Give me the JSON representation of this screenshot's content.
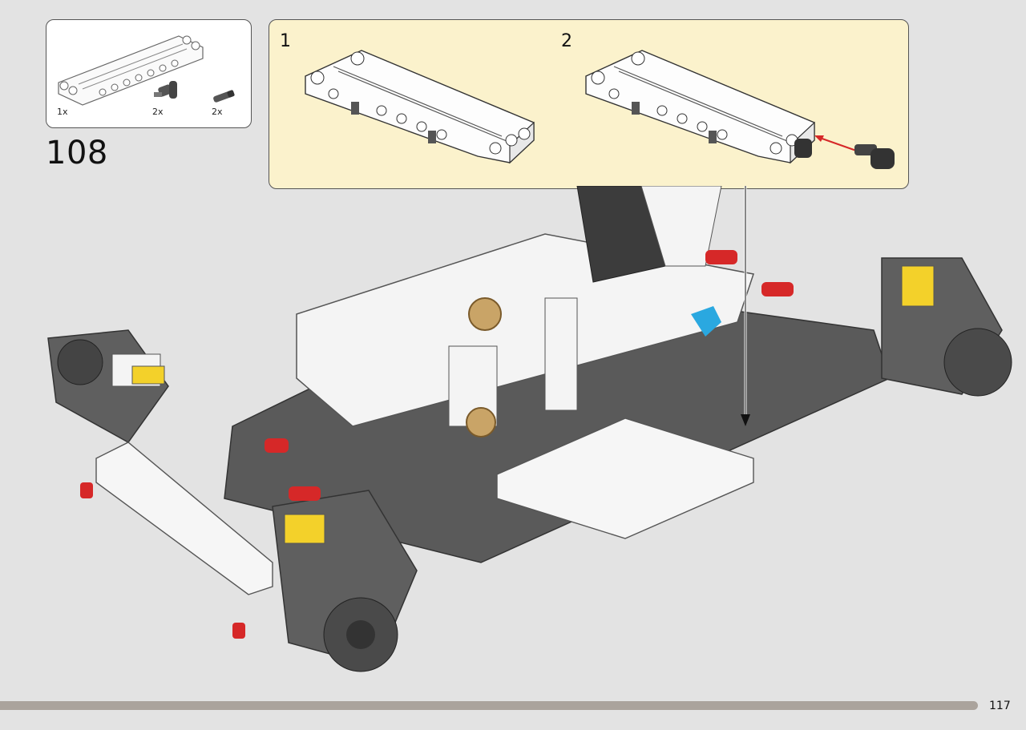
{
  "parts": [
    {
      "qty": "1x",
      "icon": "liftarm-panel-icon"
    },
    {
      "qty": "2x",
      "icon": "axle-pin-icon"
    },
    {
      "qty": "2x",
      "icon": "connector-pin-icon"
    }
  ],
  "step": {
    "number": "108"
  },
  "substeps": [
    {
      "number": "1"
    },
    {
      "number": "2"
    }
  ],
  "colors": {
    "background": "#e3e3e3",
    "callout": "#fbf2cc",
    "arrow_red": "#d62828",
    "arrow_blue": "#2aa8e0",
    "footer_bar": "#aaa39c"
  },
  "page": {
    "number": "117"
  }
}
